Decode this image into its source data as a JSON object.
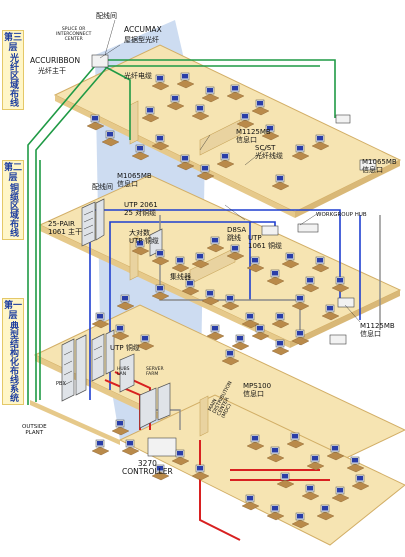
{
  "side_labels": {
    "floor3": [
      "第三层",
      "光纤区域布线"
    ],
    "floor2": [
      "第二层",
      "铜缆区域布线"
    ],
    "floor1": [
      "第一层",
      "典型结构化布线系统"
    ]
  },
  "labels": {
    "peixianjian_top": "配线间",
    "splice_center": [
      "SPLICE OR",
      "INTERCONNECT",
      "CENTER"
    ],
    "accumax": "ACCUMAX",
    "accumax_cn": "屋据型光纤",
    "accuribbon": "ACCURIBBON",
    "accuribbon_cn": "光纤主干",
    "fiber_cable": "光纤电缆",
    "m1125mb_top": [
      "M1125MB",
      "信息口"
    ],
    "scst": [
      "SC/ST",
      "光纤线缆"
    ],
    "m1065mb_right": [
      "M1065MB",
      "信息口"
    ],
    "m1065mb_mid": [
      "M1065MB",
      "信息口"
    ],
    "peixianjian_mid": "配线间",
    "pair25": [
      "25-PAIR",
      "1061 主干"
    ],
    "utp2061": [
      "UTP 2061",
      "25 对铜缆"
    ],
    "dapair": [
      "大对数",
      "UTP 铜缆"
    ],
    "d8sa": [
      "D8SA",
      "跳线"
    ],
    "workgroup_hub": "WORKGROUP HUB",
    "utp1061": [
      "UTP",
      "1061 铜缆"
    ],
    "hub_cn": "集线器",
    "m1125mb_bottom": [
      "M1125MB",
      "信息口"
    ],
    "utp_copper": "UTP 铜缆",
    "pbx": "PBX",
    "hubs_lan": [
      "HUBS",
      "LAN"
    ],
    "server_farm": [
      "SERVER",
      "FARM"
    ],
    "mps100": [
      "MPS100",
      "信息口"
    ],
    "main_distribution": [
      "MAIN",
      "DISTRIBUTION",
      "CENTER",
      "(MDC)"
    ],
    "outside_plant": [
      "OUTSIDE",
      "PLANT"
    ],
    "controller": [
      "3270",
      "CONTROLLER"
    ]
  },
  "colors": {
    "floor_fill": "#f6e4b2",
    "floor_edge": "#d2ae66",
    "floor_side": "#e6c98a",
    "core": "#c4d6ee",
    "green": "#1f9a45",
    "blue": "#1f3fd0",
    "gray": "#8a8a8a",
    "red": "#d82020",
    "side_text": "#1f3fa0"
  }
}
